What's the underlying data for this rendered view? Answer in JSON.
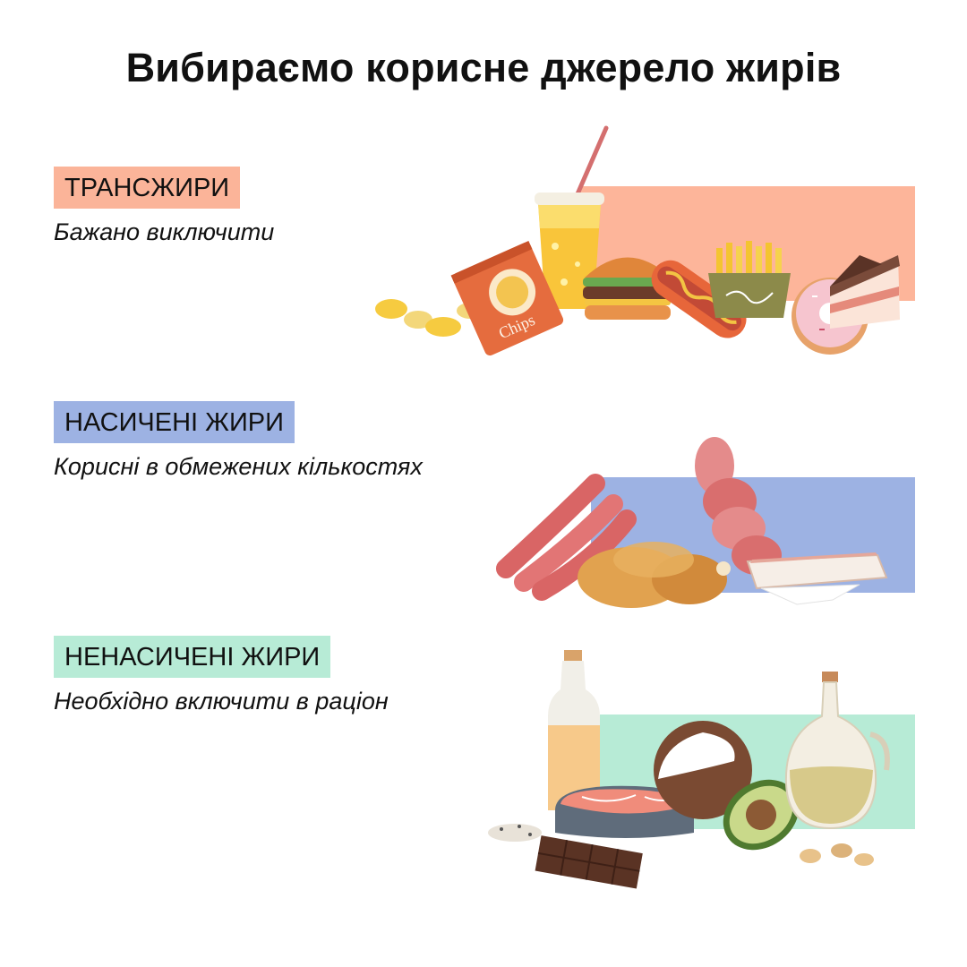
{
  "title": "Вибираємо корисне джерело жирів",
  "sections": [
    {
      "tag": "ТРАНСЖИРИ",
      "subtitle": "Бажано виключити",
      "tag_color": "#fbb499",
      "band_color": "#fdb59a",
      "illustration": "fast-food: chips, soda, burger, hot-dog, fries, donut, cake",
      "chips_label": "Chips"
    },
    {
      "tag": "НАСИЧЕНІ ЖИРИ",
      "subtitle": "Корисні в обмежених кількостях",
      "tag_color": "#9db2e3",
      "band_color": "#9db2e3",
      "illustration": "sausages, roast chicken, salami, lard"
    },
    {
      "tag": "НЕНАСИЧЕНІ ЖИРИ",
      "subtitle": "Необхідно включити в раціон",
      "tag_color": "#b7ebd6",
      "band_color": "#b7ebd6",
      "illustration": "oil bottle, salmon, coconut, avocado, olive oil jug, chocolate, nuts, seeds"
    }
  ]
}
